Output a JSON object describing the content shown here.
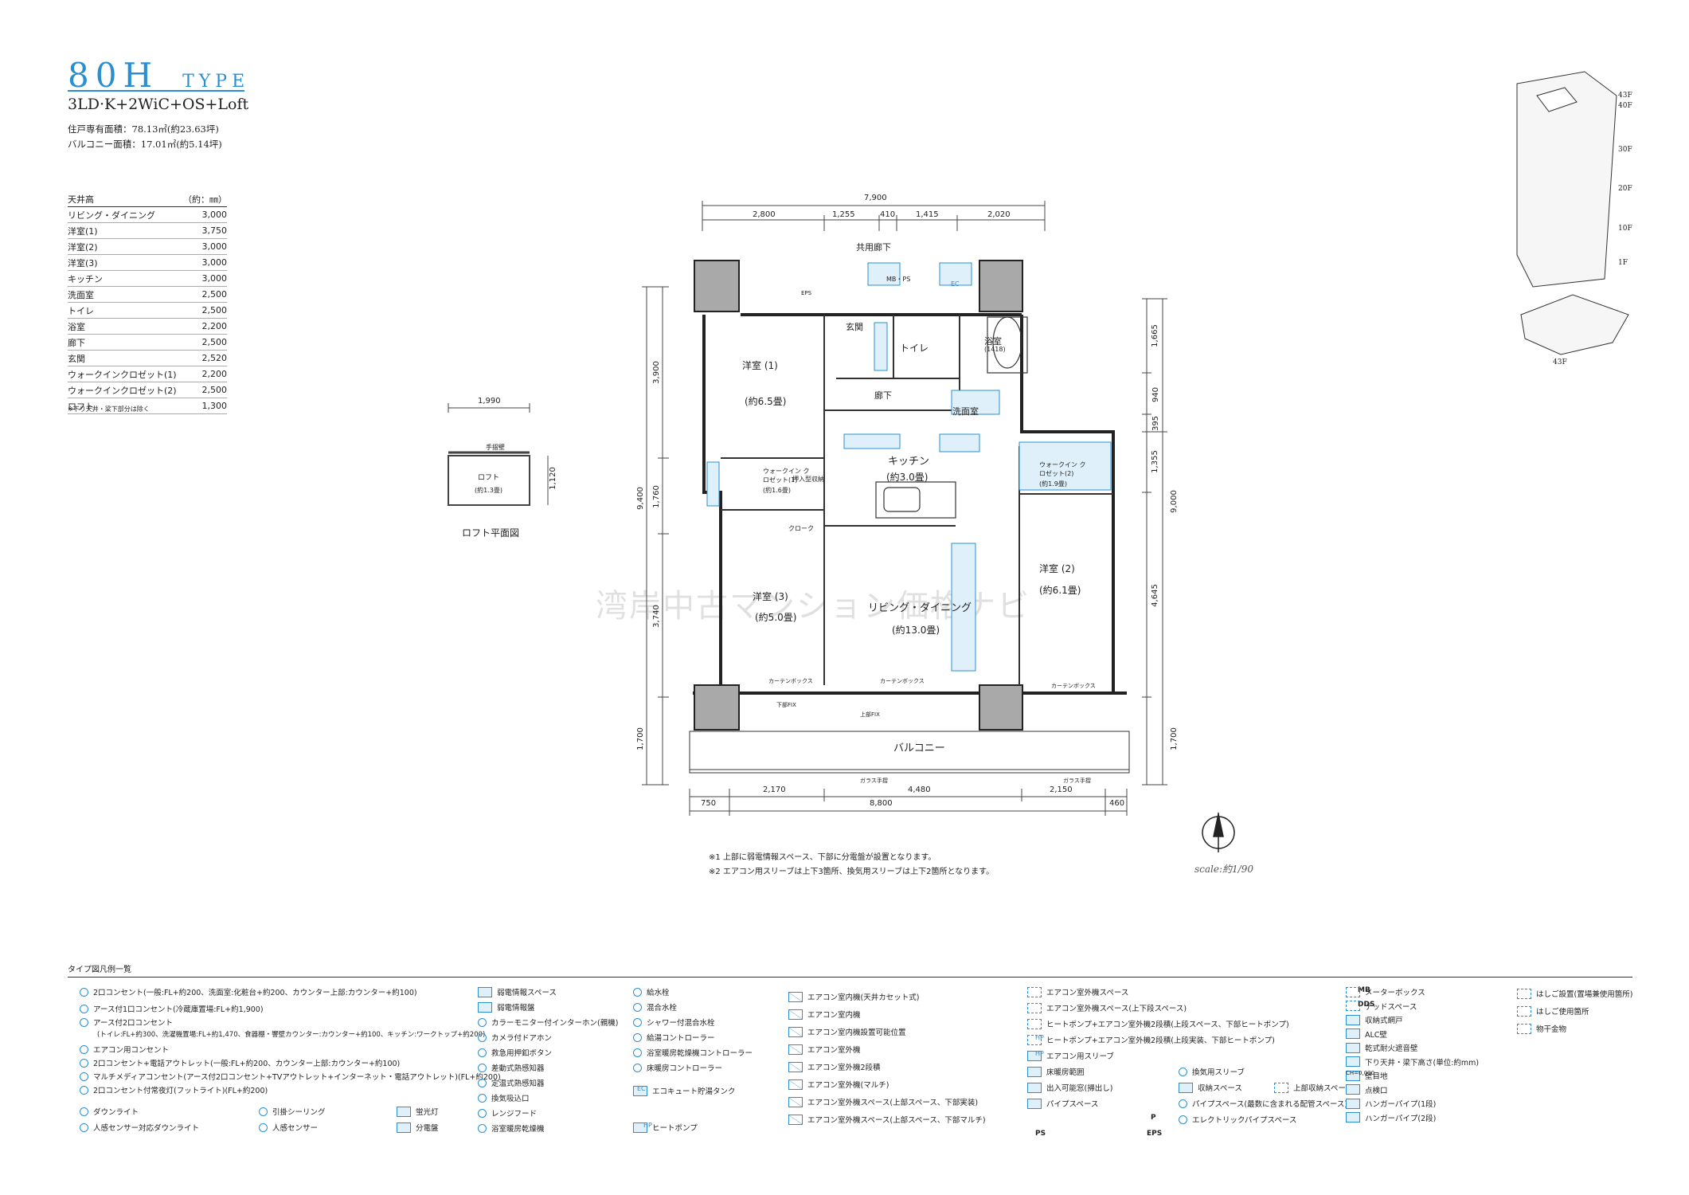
{
  "header": {
    "type_name": "80H",
    "type_word": "TYPE",
    "layout": "3LD·K+2WiC+OS+Loft",
    "area_private": "住戸専有面積：78.13㎡(約23.63坪)",
    "area_balcony": "バルコニー面積：17.01㎡(約5.14坪)"
  },
  "ceiling_table": {
    "title": "天井高",
    "unit": "（約：㎜）",
    "rows": [
      {
        "room": "リビング・ダイニング",
        "value": "3,000"
      },
      {
        "room": "洋室(1)",
        "value": "3,750"
      },
      {
        "room": "洋室(2)",
        "value": "3,000"
      },
      {
        "room": "洋室(3)",
        "value": "3,000"
      },
      {
        "room": "キッチン",
        "value": "3,000"
      },
      {
        "room": "洗面室",
        "value": "2,500"
      },
      {
        "room": "トイレ",
        "value": "2,500"
      },
      {
        "room": "浴室",
        "value": "2,200"
      },
      {
        "room": "廊下",
        "value": "2,500"
      },
      {
        "room": "玄関",
        "value": "2,520"
      },
      {
        "room": "ウォークインクロゼット(1)",
        "value": "2,200"
      },
      {
        "room": "ウォークインクロゼット(2)",
        "value": "2,500"
      },
      {
        "room": "ロフト",
        "value": "1,300"
      }
    ],
    "note": "※下り天井・梁下部分は除く"
  },
  "loft": {
    "width_dim": "1,990",
    "height_dim": "1,120",
    "railing": "手摺壁",
    "room": "ロフト",
    "size": "(約1.3畳)",
    "caption": "ロフト平面図"
  },
  "plan": {
    "top_total": "7,900",
    "top_dims": [
      "2,800",
      "1,255",
      "410",
      "1,415",
      "2,020"
    ],
    "bottom_total": "8,800",
    "bottom_dims": [
      "750",
      "2,170",
      "4,480",
      "2,150",
      "460"
    ],
    "left_total": "9,400",
    "left_dims": [
      "3,900",
      "1,760",
      "3,740",
      "1,700"
    ],
    "right_total": "9,000",
    "right_dims": [
      "1,665",
      "940",
      "395",
      "1,355",
      "4,645",
      "1,700"
    ],
    "corridor": "共用廊下",
    "balcony": "バルコニー",
    "rooms": {
      "western1": "洋室 (1)",
      "western1_size": "(約6.5畳)",
      "western2": "洋室 (2)",
      "western2_size": "(約6.1畳)",
      "western3": "洋室 (3)",
      "western3_size": "(約5.0畳)",
      "kitchen": "キッチン",
      "kitchen_size": "(約3.0畳)",
      "living": "リビング・ダイニング",
      "living_size": "(約13.0畳)",
      "entrance": "玄関",
      "toilet": "トイレ",
      "bath": "浴室",
      "bath_size": "(1418)",
      "hall": "廊下",
      "washroom": "洗面室",
      "wic1": "ウォークイン クロゼット(1)",
      "wic1_size": "(約1.6畳)",
      "wic2": "ウォークイン クロゼット(2)",
      "wic2_size": "(約1.9畳)",
      "closet": "クローク",
      "storage": "押入型収納",
      "mb_ps": "MB・PS",
      "ec": "EC",
      "eps": "EPS",
      "curtain": "カーテンボックス",
      "fix_low": "下部FIX",
      "fix_up": "上部FIX",
      "glass": "ガラス手摺"
    }
  },
  "watermark": "湾岸中古マンション価格ナビ",
  "notes": [
    "※1  上部に弱電情報スペース、下部に分電盤が設置となります。",
    "※2  エアコン用スリーブは上下3箇所、換気用スリーブは上下2箇所となります。"
  ],
  "scale": "scale:約1/90",
  "building": {
    "floors": [
      "43F",
      "40F",
      "30F",
      "20F",
      "10F",
      "1F"
    ],
    "key_floor": "43F"
  },
  "legend_title": "タイプ図凡例一覧",
  "legend": {
    "col1": [
      "2口コンセント(一般:FL+約200、洗面室:化粧台+約200、カウンター上部:カウンター+約100)",
      "アース付1口コンセント(冷蔵庫置場:FL+約1,900)",
      "アース付2口コンセント",
      "(トイレ:FL+約300、洗濯機置場:FL+約1,470、食器棚・響壁カウンター:カウンター+約100、キッチン:ワークトップ+約200)",
      "エアコン用コンセント",
      "2口コンセント+電話アウトレット(一般:FL+約200、カウンター上部:カウンター+約100)",
      "マルチメディアコンセント(アース付2口コンセント+TVアウトレット+インターネット・電話アウトレット)(FL+約200)",
      "2口コンセント付常夜灯(フットライト)(FL+約200)",
      "ダウンライト",
      "人感センサー対応ダウンライト"
    ],
    "col1b": [
      "引掛シーリング",
      "人感センサー"
    ],
    "col1c": [
      "蛍光灯",
      "分電盤"
    ],
    "col2": [
      "弱電情報スペース",
      "弱電情報盤",
      "カラーモニター付インターホン(親機)",
      "カメラ付ドアホン",
      "救急用押釦ボタン",
      "差動式熱感知器",
      "定温式熱感知器",
      "換気吸込口",
      "レンジフード",
      "浴室暖房乾燥機"
    ],
    "col3": [
      "給水栓",
      "混合水栓",
      "シャワー付混合水栓",
      "給湯コントローラー",
      "浴室暖房乾燥機コントローラー",
      "床暖房コントローラー",
      "エコキュート貯湯タンク",
      "ヒートポンプ"
    ],
    "col3_ec": "EC",
    "col3_hp": "HP",
    "col4": [
      "エアコン室内機(天井カセット式)",
      "エアコン室内機",
      "エアコン室内機設置可能位置",
      "エアコン室外機",
      "エアコン室外機2段積",
      "エアコン室外機(マルチ)",
      "エアコン室外機スペース(上部スペース、下部実装)",
      "エアコン室外機スペース(上部スペース、下部マルチ)"
    ],
    "col5": [
      "エアコン室外機スペース",
      "エアコン室外機スペース(上下段スペース)",
      "ヒートポンプ+エアコン室外機2段積(上段スペース、下部ヒートポンプ)",
      "ヒートポンプ+エアコン室外機2段積(上段実装、下部ヒートポンプ)",
      "エアコン用スリーブ",
      "床暖房範囲",
      "出入可能窓(掃出し)",
      "パイプスペース"
    ],
    "col5b": [
      "換気用スリーブ",
      "収納スペース",
      "パイプスペース(最数に含まれる配管スペース)",
      "エレクトリックパイプスペース"
    ],
    "col5c": "上部収納スペース",
    "col5_hp": "HP",
    "col5_abbr": [
      "PS",
      "P",
      "EPS"
    ],
    "col6_abbr": [
      "MB",
      "DDS"
    ],
    "col6": [
      "メーターボックス",
      "デッドスペース",
      "収納式網戸",
      "ALC壁",
      "乾式耐火遮音壁",
      "下り天井・梁下高さ(単位:約mm)",
      "壁目地",
      "点検口",
      "ハンガーパイプ(1段)",
      "ハンガーパイプ(2段)"
    ],
    "col6_ch": "CH=0,000",
    "col7": [
      "はしご設置(置場兼使用箇所)",
      "はしご使用箇所",
      "物干金物"
    ]
  }
}
